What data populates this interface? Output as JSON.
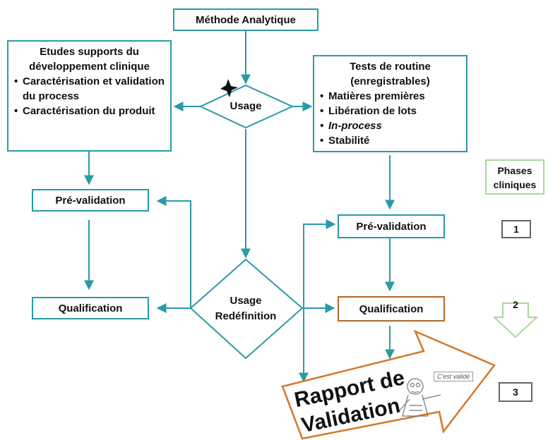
{
  "nodes": {
    "method": "Méthode Analytique",
    "left_box": {
      "heading": "Etudes supports du développement clinique",
      "items": [
        "Caractérisation et validation du process",
        "Caractérisation du produit"
      ]
    },
    "right_box": {
      "heading": "Tests de routine (enregistrables)",
      "items": [
        "Matières premières",
        "Libération de lots",
        "In-process",
        "Stabilité"
      ]
    },
    "usage": "Usage",
    "usage_redef_1": "Usage",
    "usage_redef_2": "Redéfinition",
    "left_prevalidation": "Pré-validation",
    "left_qualification": "Qualification",
    "right_prevalidation": "Pré-validation",
    "right_qualification": "Qualification",
    "rapport_1": "Rapport de",
    "rapport_2": "Validation",
    "cartoon_text": "C'est validé"
  },
  "phases": {
    "title": "Phases cliniques",
    "p1": "1",
    "p2": "2",
    "p3": "3"
  },
  "colors": {
    "teal": "#2a9aa6",
    "brown": "#b5652a",
    "green": "#a8d89a"
  }
}
